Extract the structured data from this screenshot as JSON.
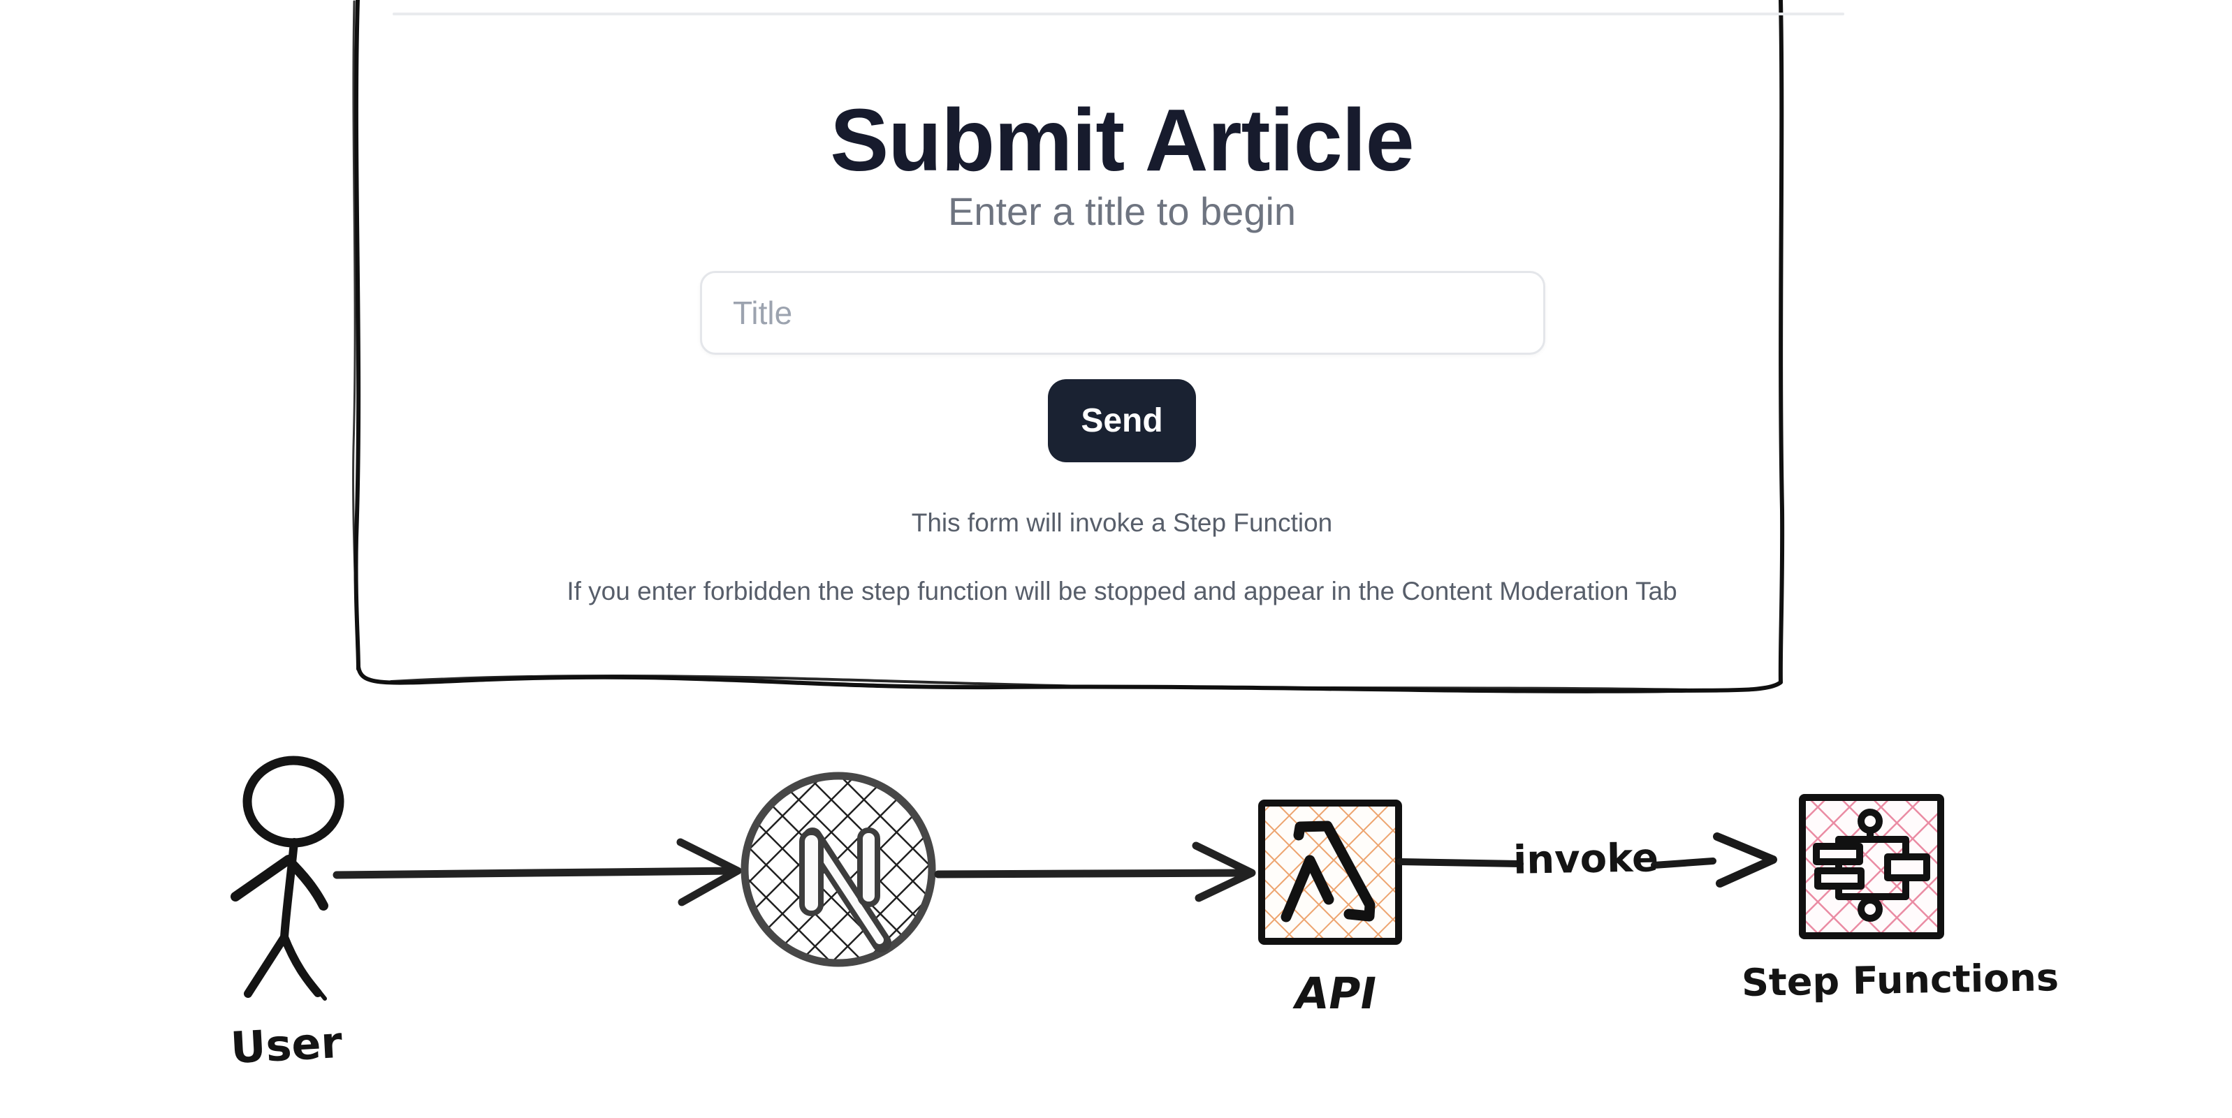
{
  "form": {
    "title": "Submit Article",
    "subtitle": "Enter a title to begin",
    "input": {
      "placeholder": "Title",
      "value": ""
    },
    "send_label": "Send",
    "helper_primary": "This form will invoke a Step Function",
    "helper_secondary": "If you enter forbidden the step function will be stopped and appear in the Content Moderation Tab"
  },
  "diagram": {
    "nodes": [
      {
        "id": "user",
        "label": "User",
        "icon": "stick-figure-icon"
      },
      {
        "id": "nextjs",
        "label": "",
        "icon": "nextjs-logo-icon"
      },
      {
        "id": "api",
        "label": "API",
        "icon": "aws-lambda-icon"
      },
      {
        "id": "step_functions",
        "label": "Step Functions",
        "icon": "aws-step-functions-icon"
      }
    ],
    "edges": [
      {
        "from": "user",
        "to": "nextjs",
        "label": ""
      },
      {
        "from": "nextjs",
        "to": "api",
        "label": ""
      },
      {
        "from": "api",
        "to": "step_functions",
        "label": "invoke"
      }
    ]
  },
  "colors": {
    "heading": "#171b2d",
    "muted_text": "#6e7480",
    "helper_text": "#575e6a",
    "button_bg": "#1a2232",
    "button_text": "#ffffff",
    "input_border": "#e4e6ea",
    "placeholder": "#9ca3af",
    "divider": "#e9ebee",
    "ink": "#141414",
    "nextjs_stroke": "#474747",
    "lambda_hatch": "#eda46f",
    "stepfn_hatch": "#ea8ba3"
  }
}
